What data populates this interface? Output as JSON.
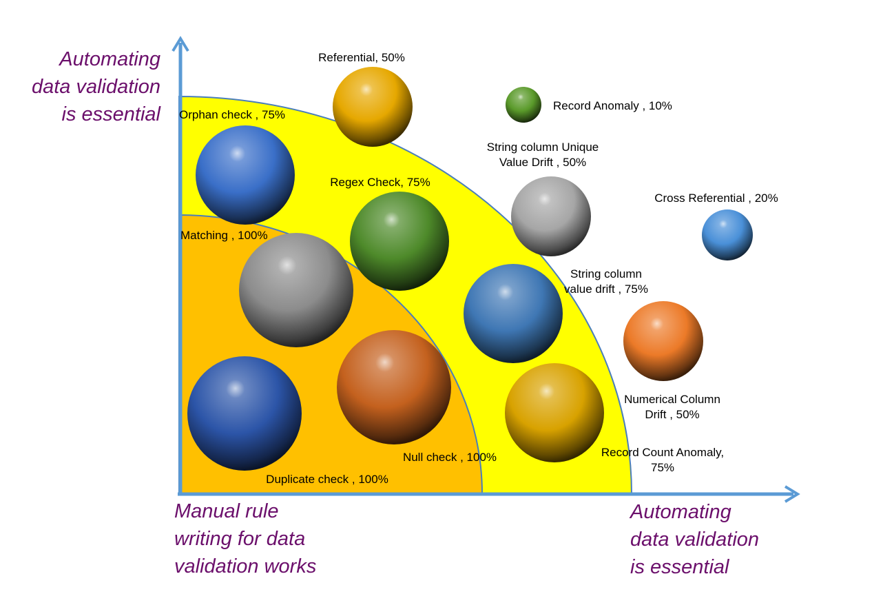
{
  "axes": {
    "y_label": [
      "Automating",
      "data validation",
      "is essential"
    ],
    "x_origin_label": [
      "Manual rule",
      "writing for data",
      "validation works"
    ],
    "x_end_label": [
      "Automating",
      "data validation",
      "is essential"
    ]
  },
  "colors": {
    "axis": "#5b9bd5",
    "outer_zone": "#ffff00",
    "inner_zone": "#ffc000",
    "zone_border": "#4a7ebb",
    "label_purple": "#6b0f6b"
  },
  "checks": [
    {
      "name": "Referential",
      "label": [
        "Referential, 50%"
      ],
      "color": "#e6a800"
    },
    {
      "name": "Record Anomaly",
      "label": [
        "Record Anomaly , 10%"
      ],
      "color": "#5a9a2a"
    },
    {
      "name": "Orphan check",
      "label": [
        "Orphan check , 75%"
      ],
      "color": "#3a6fc8"
    },
    {
      "name": "Regex Check",
      "label": [
        "Regex Check, 75%"
      ],
      "color": "#4e8a2a"
    },
    {
      "name": "String column Unique Value Drift",
      "label": [
        "String column Unique",
        "Value Drift , 50%"
      ],
      "color": "#a6a6a6"
    },
    {
      "name": "Cross Referential",
      "label": [
        "Cross Referential  , 20%"
      ],
      "color": "#4a90d8"
    },
    {
      "name": "Matching",
      "label": [
        "Matching , 100%"
      ],
      "color": "#8c8c8c"
    },
    {
      "name": "String column value drift",
      "label": [
        "String column",
        "value drift , 75%"
      ],
      "color": "#3f77b4"
    },
    {
      "name": "Numerical Column Drift",
      "label": [
        "Numerical Column",
        "Drift , 50%"
      ],
      "color": "#ec7a28"
    },
    {
      "name": "Duplicate check",
      "label": [
        "Duplicate check , 100%"
      ],
      "color": "#2c55a8"
    },
    {
      "name": "Null check",
      "label": [
        "Null check , 100%"
      ],
      "color": "#c4611e"
    },
    {
      "name": "Record Count Anomaly",
      "label": [
        "Record Count  Anomaly,",
        "75%"
      ],
      "color": "#d8a200"
    }
  ]
}
